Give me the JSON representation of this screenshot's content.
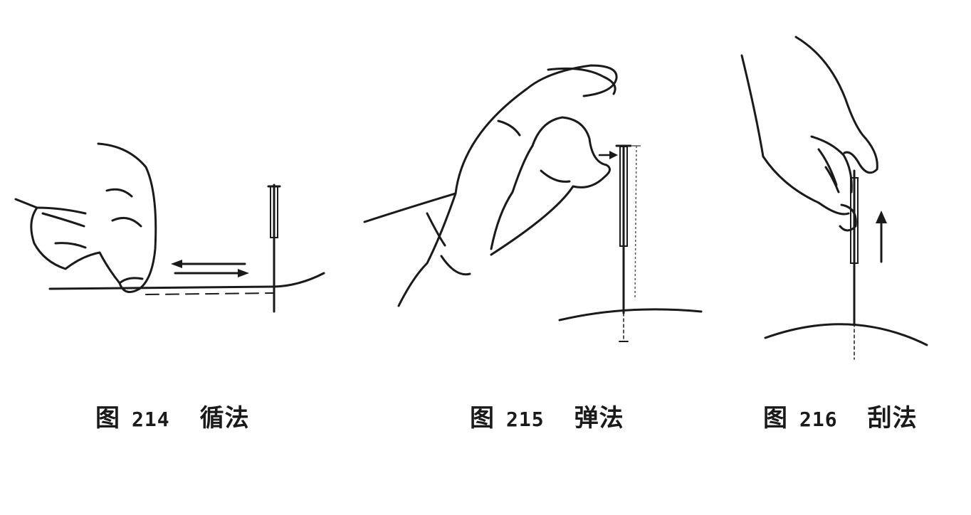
{
  "figures": [
    {
      "label": "图",
      "number": "214",
      "name": "循法"
    },
    {
      "label": "图",
      "number": "215",
      "name": "弹法"
    },
    {
      "label": "图",
      "number": "216",
      "name": "刮法"
    }
  ]
}
